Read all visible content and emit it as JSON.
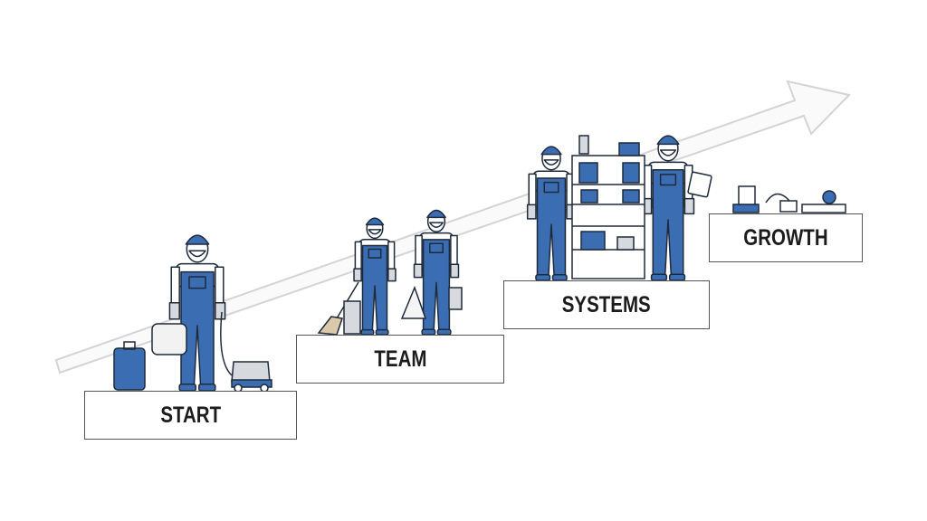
{
  "steps": [
    {
      "label": "START"
    },
    {
      "label": "TEAM"
    },
    {
      "label": "SYSTEMS"
    },
    {
      "label": "GROWTH"
    }
  ],
  "colors": {
    "uniform": "#3b6db3",
    "outline": "#1f2a3a",
    "arrow": "#d9d9d9",
    "gray": "#d6d9de"
  }
}
